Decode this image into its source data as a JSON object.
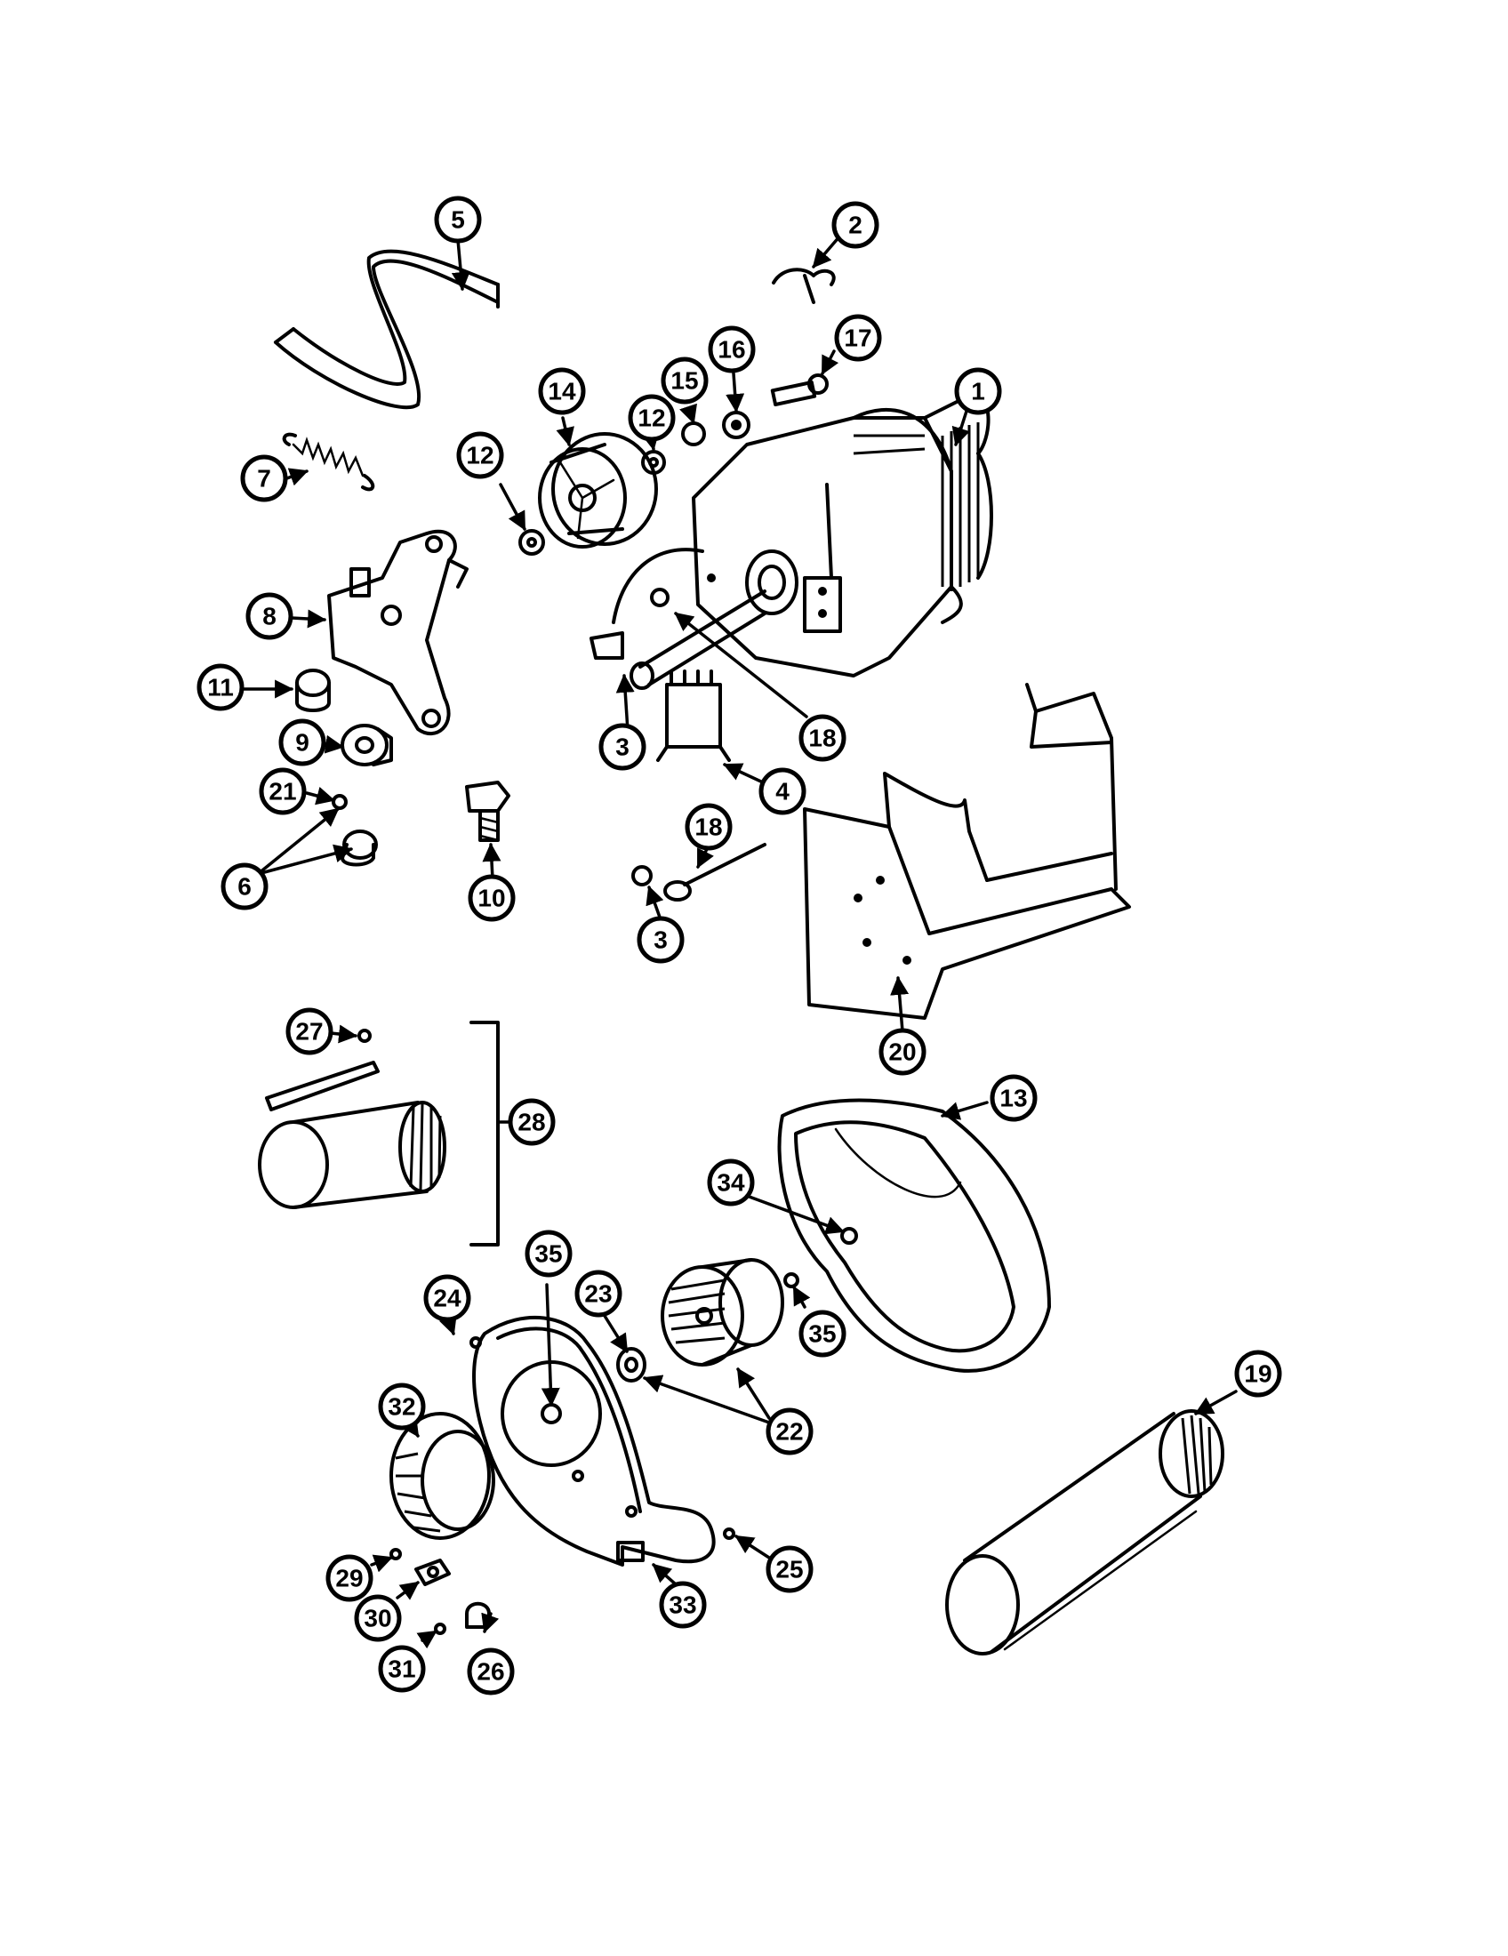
{
  "callouts": {
    "c1": "1",
    "c2": "2",
    "c3a": "3",
    "c3b": "3",
    "c4": "4",
    "c5": "5",
    "c6": "6",
    "c7": "7",
    "c8": "8",
    "c9": "9",
    "c10": "10",
    "c11": "11",
    "c12a": "12",
    "c12b": "12",
    "c13": "13",
    "c14": "14",
    "c15": "15",
    "c16": "16",
    "c17": "17",
    "c18a": "18",
    "c18b": "18",
    "c19": "19",
    "c20": "20",
    "c21": "21",
    "c22": "22",
    "c23": "23",
    "c24": "24",
    "c25": "25",
    "c26": "26",
    "c27": "27",
    "c28": "28",
    "c29": "29",
    "c30": "30",
    "c31": "31",
    "c32": "32",
    "c33": "33",
    "c34": "34",
    "c35a": "35",
    "c35b": "35"
  }
}
